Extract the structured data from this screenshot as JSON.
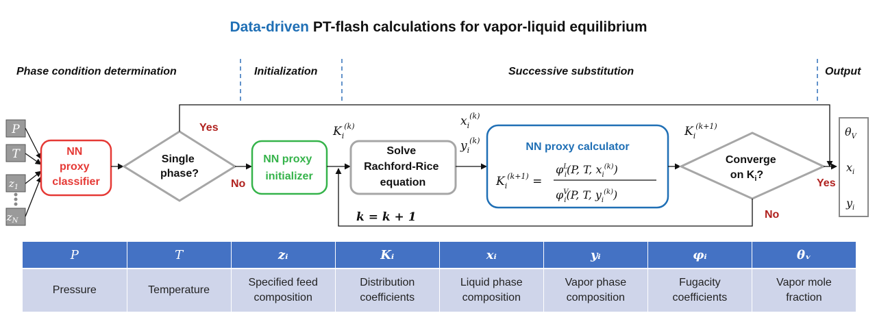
{
  "title": {
    "accent": "Data-driven",
    "rest": " PT-flash calculations for vapor-liquid equilibrium"
  },
  "sections": {
    "phase": "Phase condition determination",
    "init": "Initialization",
    "ss": "Successive substitution",
    "output": "Output"
  },
  "inputs": [
    "P",
    "T",
    "z1",
    "zN"
  ],
  "nodes": {
    "classifier": [
      "NN",
      "proxy",
      "classifier"
    ],
    "single_phase": [
      "Single",
      "phase?"
    ],
    "initializer": [
      "NN proxy",
      "initializer"
    ],
    "rachford": [
      "Solve",
      "Rachford-Rice",
      "equation"
    ],
    "calculator_title": "NN proxy calculator",
    "converge": [
      "Converge",
      "on K",
      "i",
      "?"
    ]
  },
  "labels": {
    "yes_top": "Yes",
    "no_single": "No",
    "yes_converge": "Yes",
    "no_converge": "No",
    "k_update": "k = k + 1",
    "ki_k": "K",
    "ki_k1": "K"
  },
  "outputs": [
    "θV",
    "xi",
    "yi"
  ],
  "table": {
    "headers": [
      {
        "text": "P",
        "bold": false
      },
      {
        "text": "T",
        "bold": false
      },
      {
        "text": "zᵢ",
        "bold": true
      },
      {
        "text": "Kᵢ",
        "bold": true
      },
      {
        "text": "xᵢ",
        "bold": true
      },
      {
        "text": "yᵢ",
        "bold": true
      },
      {
        "text": "φᵢ",
        "bold": true
      },
      {
        "text": "θᵥ",
        "bold": true
      }
    ],
    "descriptions": [
      [
        "Pressure"
      ],
      [
        "Temperature"
      ],
      [
        "Specified feed",
        "composition"
      ],
      [
        "Distribution",
        "coefficients"
      ],
      [
        "Liquid phase",
        "composition"
      ],
      [
        "Vapor phase",
        "composition"
      ],
      [
        "Fugacity",
        "coefficients"
      ],
      [
        "Vapor mole",
        "fraction"
      ]
    ]
  },
  "colors": {
    "accent_blue": "#1f6fb5",
    "red": "#e53935",
    "green": "#35b34a",
    "gray": "#a6a6a6",
    "dark_red": "#b0211e",
    "table_header": "#4472c4",
    "table_row": "#cfd5ea"
  }
}
